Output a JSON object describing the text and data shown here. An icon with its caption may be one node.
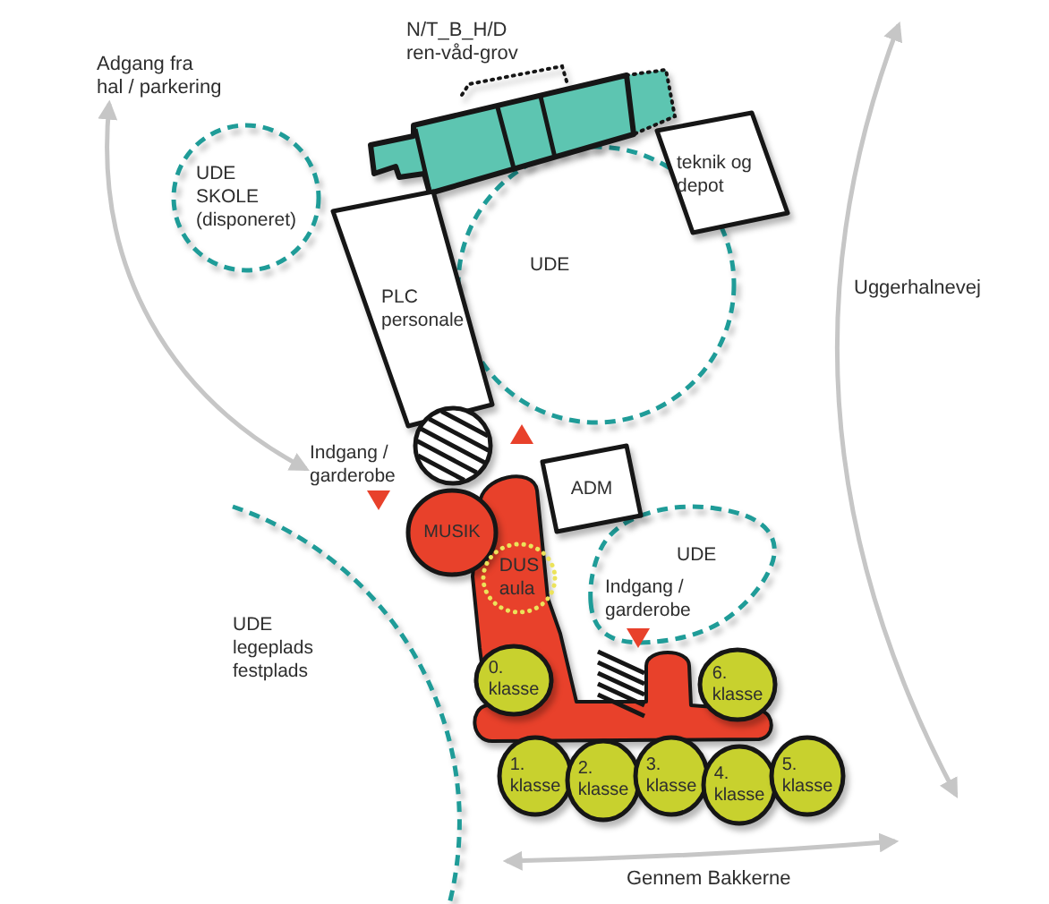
{
  "diagram": {
    "nodes": [
      {
        "text": [
          "N/T_B_H/D ren-våd-grov"
        ]
      },
      {
        "text": [
          "Adgang fra hal / parkering"
        ]
      },
      {
        "text": [
          "UDE SKOLE (disponeret)"
        ]
      },
      {
        "text": [
          "teknik og depot"
        ]
      },
      {
        "text": [
          "UDE"
        ]
      },
      {
        "text": [
          "PLC personale"
        ]
      },
      {
        "text": [
          "Indgang / garderobe"
        ]
      },
      {
        "text": [
          "ADM"
        ]
      },
      {
        "text": [
          "MUSIK"
        ]
      },
      {
        "text": [
          "DUS aula"
        ]
      },
      {
        "text": [
          "UDE"
        ]
      },
      {
        "text": [
          "Indgang / garderobe"
        ]
      },
      {
        "text": [
          "UDE legeplads festplads"
        ]
      },
      {
        "text": [
          "0. klasse"
        ]
      },
      {
        "text": [
          "6. klasse"
        ]
      },
      {
        "text": [
          "1. klasse"
        ]
      },
      {
        "text": [
          "2. klasse"
        ]
      },
      {
        "text": [
          "3. klasse"
        ]
      },
      {
        "text": [
          "4. klasse"
        ]
      },
      {
        "text": [
          "5. klasse"
        ]
      }
    ],
    "edges": [
      {
        "from": 1,
        "to": 6,
        "arrow": "both"
      }
    ],
    "labels": [
      "Uggerhalnevej",
      "Gennem Bakkerne"
    ]
  }
}
